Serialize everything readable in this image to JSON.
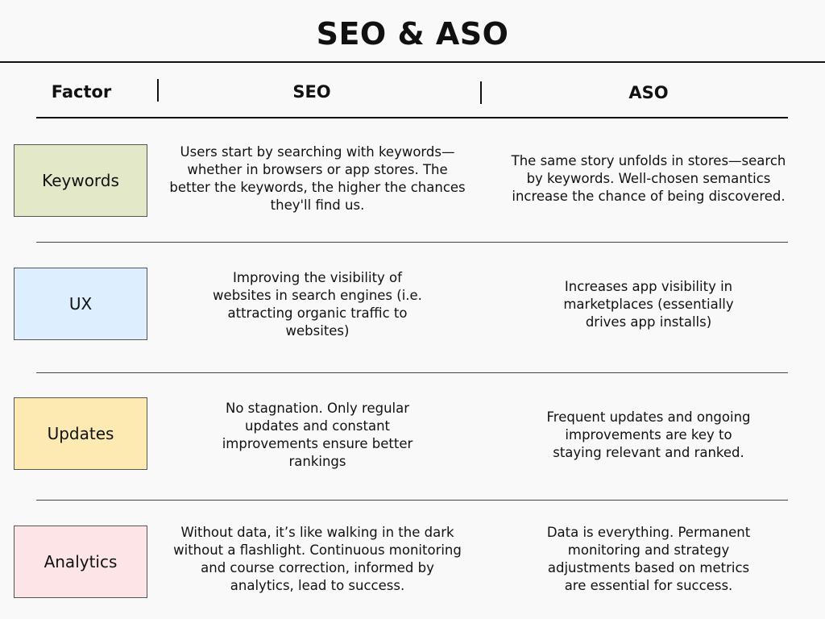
{
  "title": "SEO & ASO",
  "headers": {
    "factor": "Factor",
    "seo": "SEO",
    "aso": "ASO"
  },
  "colors": {
    "keywords_box": "#e2e8c8",
    "ux_box": "#dceeff",
    "updates_box": "#fdeab2",
    "analytics_box": "#fde4e6"
  },
  "rows": [
    {
      "factor": "Keywords",
      "seo": "Users start by searching with keywords—whether in browsers or app stores. The better the keywords, the higher the chances they'll find us.",
      "aso": "The same story unfolds in stores—search by keywords. Well-chosen semantics increase the chance of being discovered."
    },
    {
      "factor": "UX",
      "seo": "Improving the visibility of websites in search engines (i.e. attracting organic traffic to websites)",
      "aso": "Increases app visibility in marketplaces (essentially drives app installs)"
    },
    {
      "factor": "Updates",
      "seo": "No stagnation. Only regular updates and constant improvements ensure better rankings",
      "aso": "Frequent updates and ongoing improvements are key to staying relevant and ranked."
    },
    {
      "factor": "Analytics",
      "seo": "Without data, it’s like walking in the dark without a flashlight. Continuous monitoring and course correction, informed by analytics, lead to success.",
      "aso": "Data is everything. Permanent monitoring and strategy adjustments based on metrics are essential for success."
    }
  ]
}
